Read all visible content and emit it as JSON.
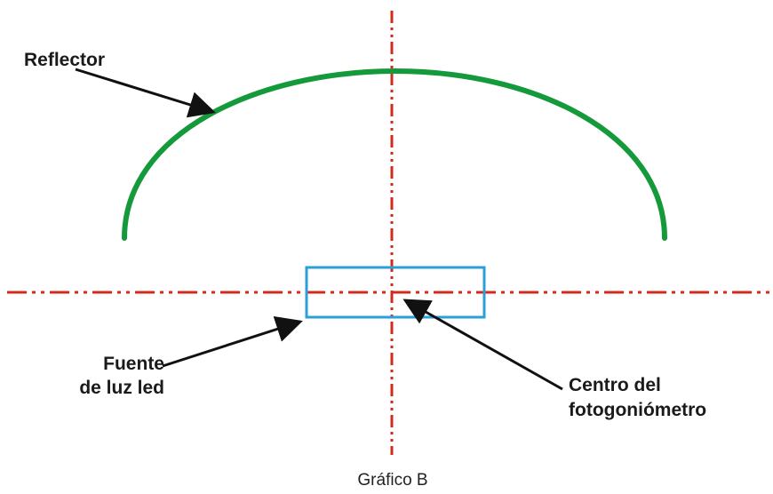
{
  "labels": {
    "reflector": "Reflector",
    "source_line1": "Fuente",
    "source_line2": "de luz led",
    "center_line1": "Centro del",
    "center_line2": "fotogoniómetro"
  },
  "caption": "Gráfico B",
  "colors": {
    "reflector": "#149a3a",
    "axis": "#d42a1e",
    "led_box": "#2a9fd8",
    "arrow": "#111111",
    "text": "#1a1a1a"
  }
}
